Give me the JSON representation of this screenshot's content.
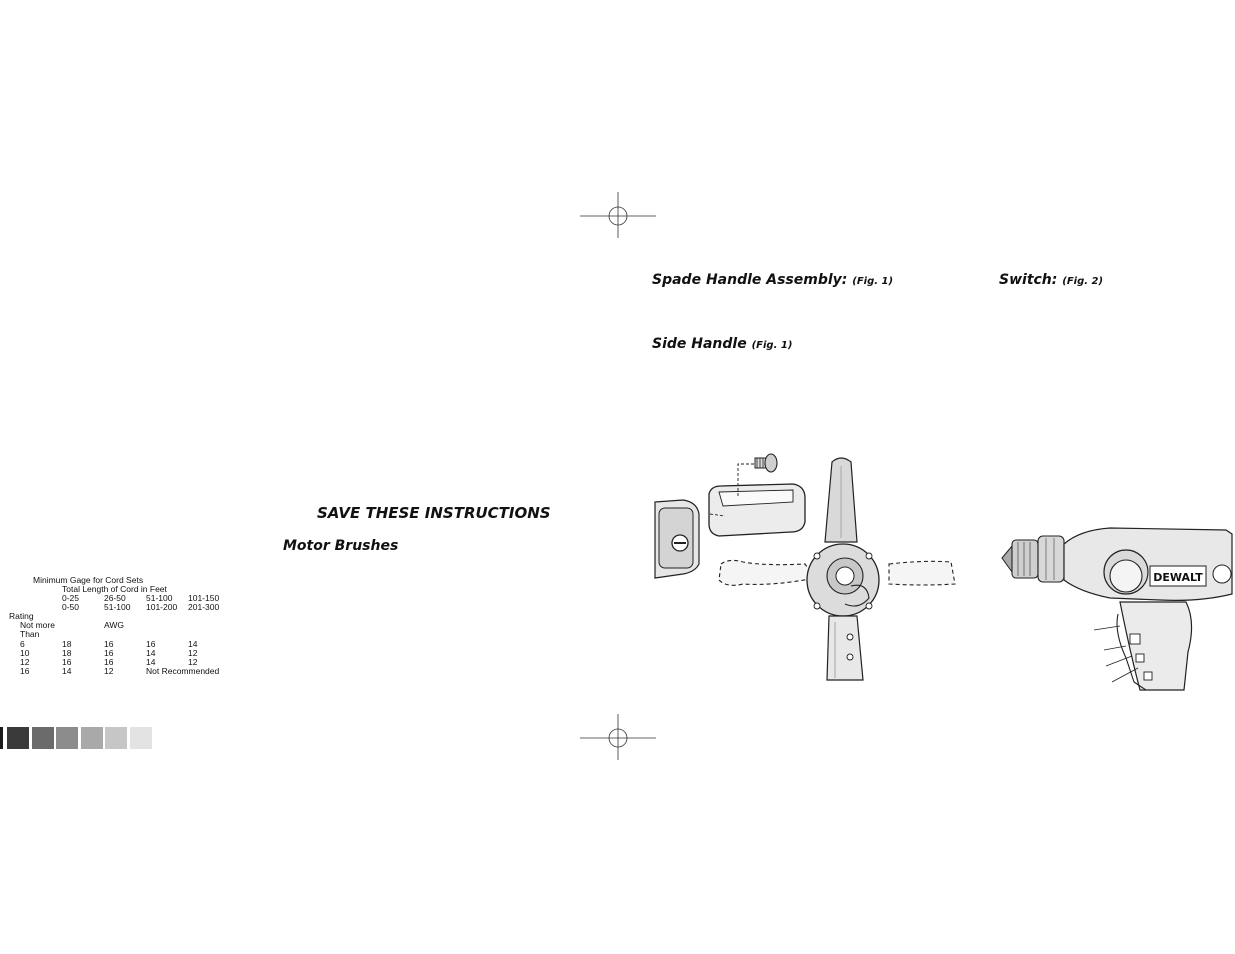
{
  "headings": {
    "save": "SAVE THESE INSTRUCTIONS",
    "motor": "Motor Brushes",
    "spade": "Spade Handle Assembly:",
    "spade_fig": "(Fig. 1)",
    "side": "Side Handle",
    "side_fig": "(Fig. 1)",
    "switch": "Switch:",
    "switch_fig": "(Fig. 2)"
  },
  "cord_table": {
    "title": "Minimum Gage for Cord Sets",
    "subtitle": "Total Length of Cord in Feet",
    "length_row_1": [
      "0-25",
      "26-50",
      "51-100",
      "101-150"
    ],
    "length_row_2": [
      "0-50",
      "51-100",
      "101-200",
      "201-300"
    ],
    "rating_label": "Rating",
    "not_more": "Not more",
    "than": "Than",
    "awg_label": "AWG",
    "rows": [
      [
        "6",
        "18",
        "16",
        "16",
        "14"
      ],
      [
        "10",
        "18",
        "16",
        "14",
        "12"
      ],
      [
        "12",
        "16",
        "16",
        "14",
        "12"
      ],
      [
        "16",
        "14",
        "12",
        "Not Recommended",
        ""
      ]
    ]
  },
  "figure_text": {
    "brand": "DEWALT"
  },
  "swatch_colors": [
    "#3a3a3a",
    "#6b6b6b",
    "#8c8c8c",
    "#a9a9a9",
    "#c6c6c6",
    "#e3e3e3"
  ]
}
